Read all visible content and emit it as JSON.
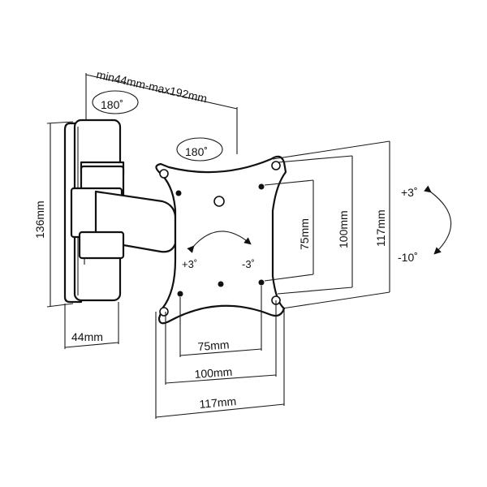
{
  "dimensions": {
    "arm_extension": "min44mm-max192mm",
    "swivel_top": "180˚",
    "swivel_plate": "180˚",
    "height_mount": "136mm",
    "width_mount": "44mm",
    "v_75": "75mm",
    "v_100": "100mm",
    "v_117": "117mm",
    "h_75": "75mm",
    "h_100": "100mm",
    "h_117": "117mm",
    "rotate_plus": "+3˚",
    "rotate_minus": "-3˚",
    "tilt_plus": "+3˚",
    "tilt_minus": "-10˚"
  }
}
